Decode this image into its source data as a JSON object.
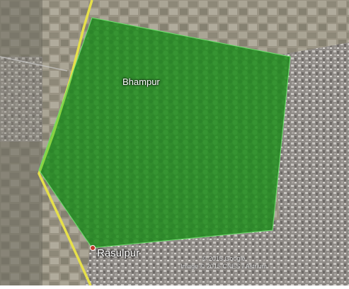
{
  "map": {
    "places": [
      {
        "name": "Bhampur"
      },
      {
        "name": "Rasulpur"
      }
    ],
    "road_label": "",
    "credit": {
      "line1": "© 2015 Google",
      "line2": "Image © 2015 CNES / Astrium"
    },
    "colors": {
      "highlight_fill": "#3cc83c",
      "highlight_opacity": 0.55,
      "road": "#e6e04a",
      "pin": "#c0392b"
    }
  }
}
